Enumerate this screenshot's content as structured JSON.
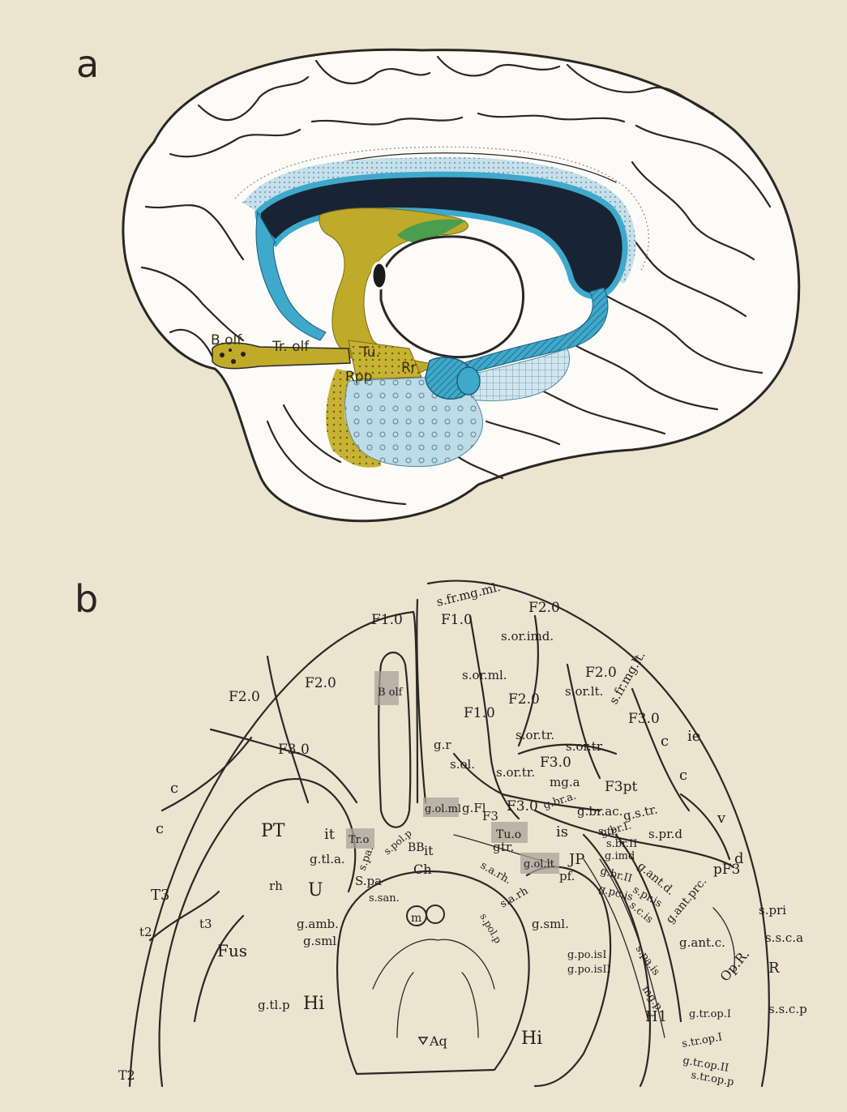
{
  "panels": {
    "a": "a",
    "b": "b"
  },
  "panel_a_labels": [
    {
      "id": "bolf",
      "text": "B.olf"
    },
    {
      "id": "trolf",
      "text": "Tr. olf"
    },
    {
      "id": "tu",
      "text": "Tu."
    },
    {
      "id": "rpp",
      "text": "Rpp"
    },
    {
      "id": "rr",
      "text": "Rr"
    }
  ],
  "panel_b_labels": [
    "s.fr.mg.ml.",
    "F2.0",
    "F1.0",
    "F1.0",
    "s.or.imd.",
    "F2.0",
    "F2.0",
    "s.or.ml.",
    "s.or.lt.",
    "s.fr.mg.lt.",
    "F2.0",
    "F2.0",
    "B olf",
    "F1.0",
    "F3.0",
    "s.or.tr.",
    "s.or.tr.",
    "ie",
    "c",
    "F3.0",
    "g.r",
    "s.ol.",
    "s.or.tr.",
    "F3.0",
    "c",
    "mg.a",
    "F3pt",
    "c",
    "c",
    "PT",
    "g.ol.ml",
    "g.Fl",
    "F3",
    "F3.0",
    "g.br.a.",
    "g.br.ac.",
    "g.s.tr.",
    "v",
    "it",
    "Tr.o",
    "s.pa.",
    "s.pol.p",
    "BB",
    "it",
    "Tu.o",
    "is",
    "s.tr.",
    "s.pr.d",
    "g.tl.a.",
    "g.",
    "tr.",
    "g.br.I.",
    "s.br.II",
    "g.imd",
    "d",
    "pF3",
    "Ch",
    "g.ol.lt",
    "JP",
    "pf.",
    "g.br.II",
    "g.ant.d.",
    "T3",
    "rh",
    "U",
    "S.pa",
    "s.san.",
    "s.a.rh.",
    "g.pc.is",
    "s.pr.is",
    "s.c.is",
    "g.ant.prc.",
    "s.pri",
    "g.amb.",
    "g.sml.",
    "m",
    "s.pol.p",
    "s.a.rh",
    "g.sml.",
    "t2",
    "t3",
    "Fus",
    "s.s.c.a",
    "g.ant.c.",
    "g.po.isI",
    "g.po.isII",
    "s.pa.is",
    "Op.R.",
    "R",
    "g.tl.p",
    "Hi",
    "mg.p",
    "g.tr.op.I",
    "s.s.c.p",
    "H1",
    "Aq",
    "Hi",
    "s.tr.op.I",
    "g.tr.op.II",
    "s.tr.op.p",
    "T2"
  ],
  "colors": {
    "background": "#ede4cf",
    "brain_fill": "#fcfbf8",
    "olive": "#c0aa2a",
    "dark_navy": "#182433",
    "light_blue": "#b5d6e3",
    "cyan": "#3fa9cc",
    "green": "#4a9e4e",
    "highlight_box": "#a9a39a"
  }
}
